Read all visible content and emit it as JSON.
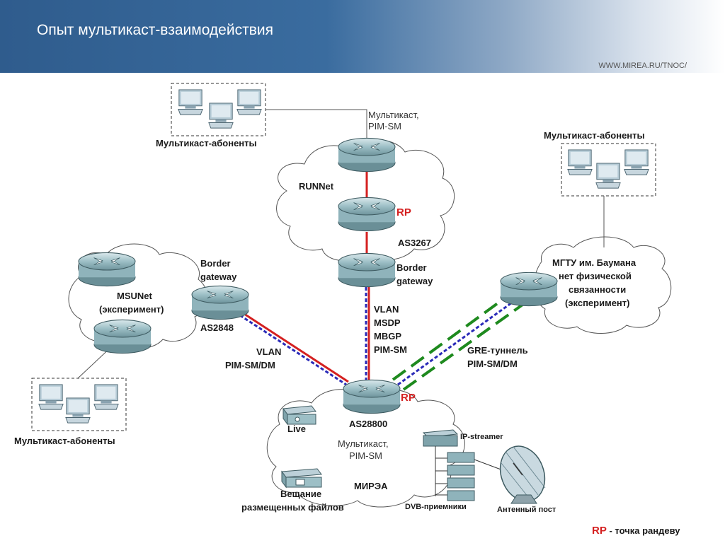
{
  "header": {
    "title": "Опыт мультикаст-взаимодействия",
    "url": "WWW.MIREA.RU/TNOC/"
  },
  "labels": {
    "subscribers_top": "Мультикаст-абоненты",
    "subscribers_right": "Мультикаст-абоненты",
    "subscribers_left": "Мультикаст-абоненты",
    "runnet_mc1": "Мультикаст,",
    "runnet_mc2": "PIM-SM",
    "runnet": "RUNNet",
    "rp_top": "RP",
    "as3267": "AS3267",
    "border_right_1": "Border",
    "border_right_2": "gateway",
    "border_left_1": "Border",
    "border_left_2": "gateway",
    "as2848": "AS2848",
    "msunet": "MSUNet",
    "msunet_exp": "(эксперимент)",
    "vertical_proto": [
      "VLAN",
      "MSDP",
      "MBGP",
      "PIM-SM"
    ],
    "vlan_left_1": "VLAN",
    "vlan_left_2": "PIM-SM/DM",
    "gre_1": "GRE-туннель",
    "gre_2": "PIM-SM/DM",
    "bmstu": [
      "МГТУ им. Баумана",
      "нет физической",
      "связанности",
      "(эксперимент)"
    ],
    "rp_center": "RP",
    "as28800": "AS28800",
    "live": "Live",
    "mirea_mc1": "Мультикаст,",
    "mirea_mc2": "PIM-SM",
    "mirea": "МИРЭА",
    "broadcast_1": "Вещание",
    "broadcast_2": "размещенных файлов",
    "ip_streamer": "IP-streamer",
    "dvb": "DVB-приемники",
    "antenna": "Антенный пост"
  },
  "legend": {
    "rp": "RP",
    "text": " - точка рандеву"
  },
  "colors": {
    "red_link": "#d42020",
    "blue_link": "#2a2ab8",
    "green_link": "#1e8a1e",
    "router": "#8fb3bb"
  }
}
